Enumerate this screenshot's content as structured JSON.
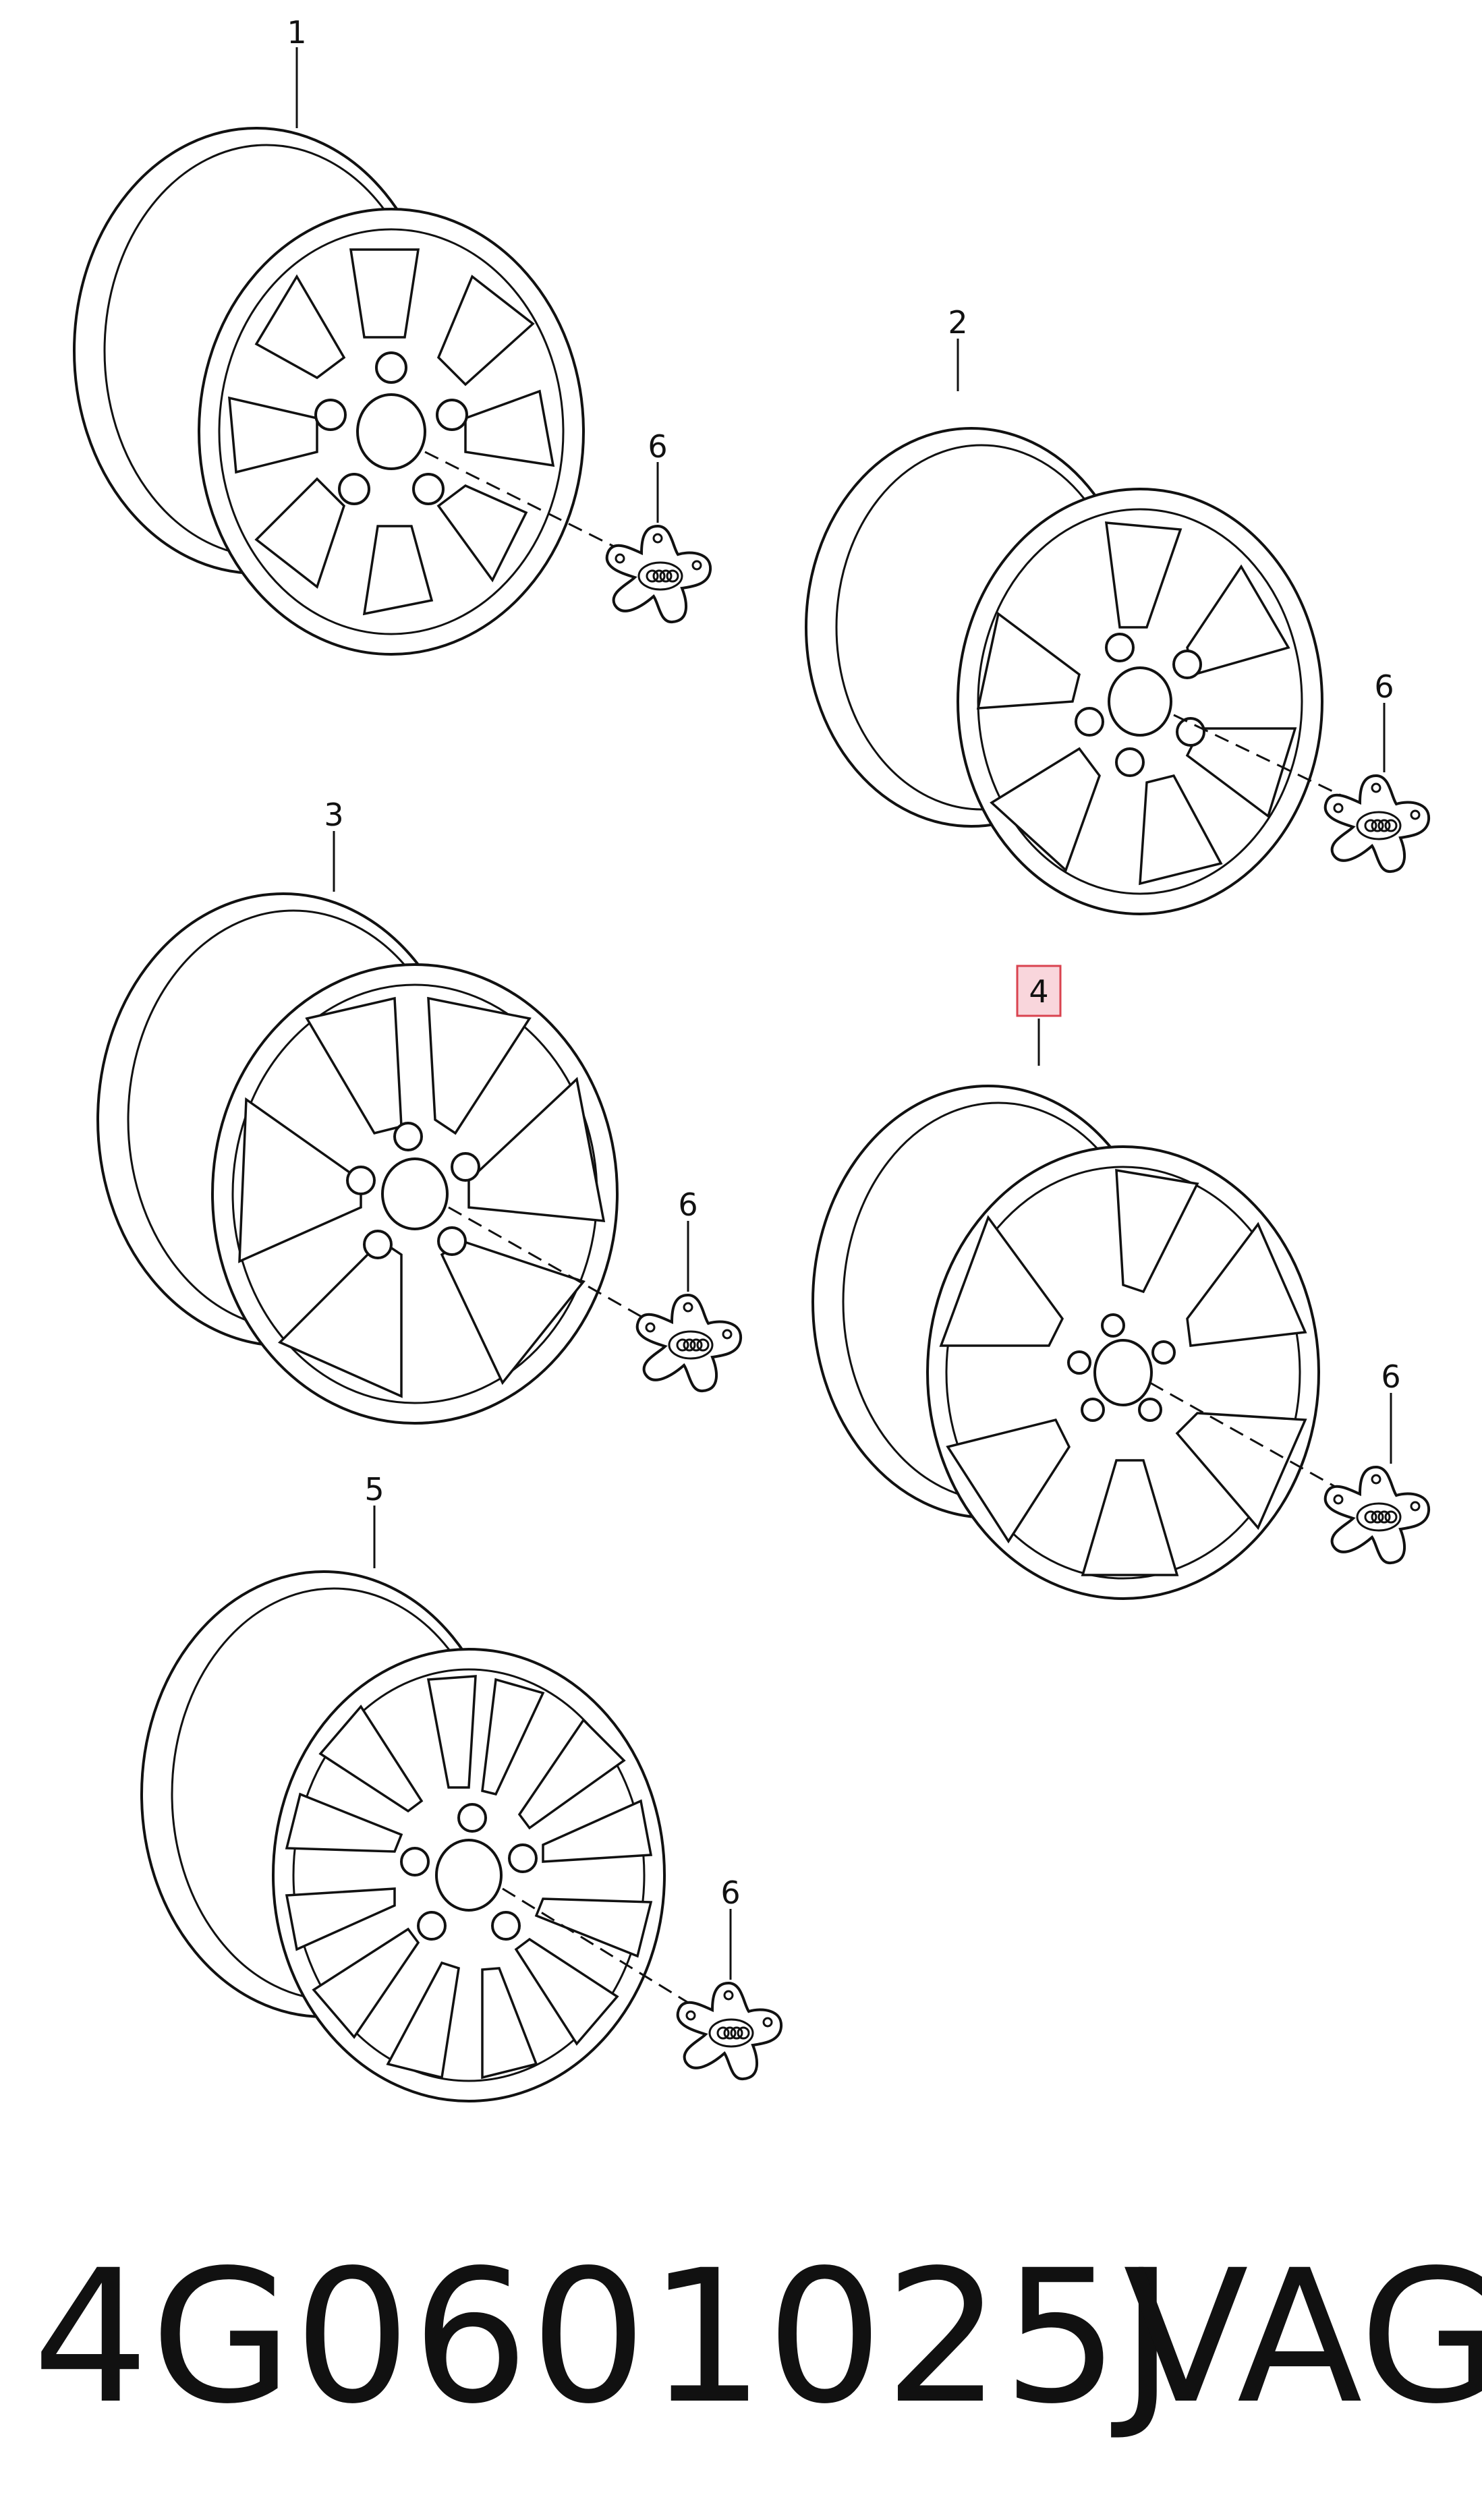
{
  "diagram": {
    "callouts": {
      "wheel_1": "1",
      "wheel_2": "2",
      "wheel_3": "3",
      "wheel_4": "4",
      "wheel_5": "5",
      "cap_1": "6",
      "cap_2": "6",
      "cap_3": "6",
      "cap_4": "6",
      "cap_5": "6"
    },
    "highlighted_callout": "4",
    "highlight_color": "#f9d6dc"
  },
  "footer": {
    "part_number": "4G0601025J",
    "brand": "VAG"
  }
}
